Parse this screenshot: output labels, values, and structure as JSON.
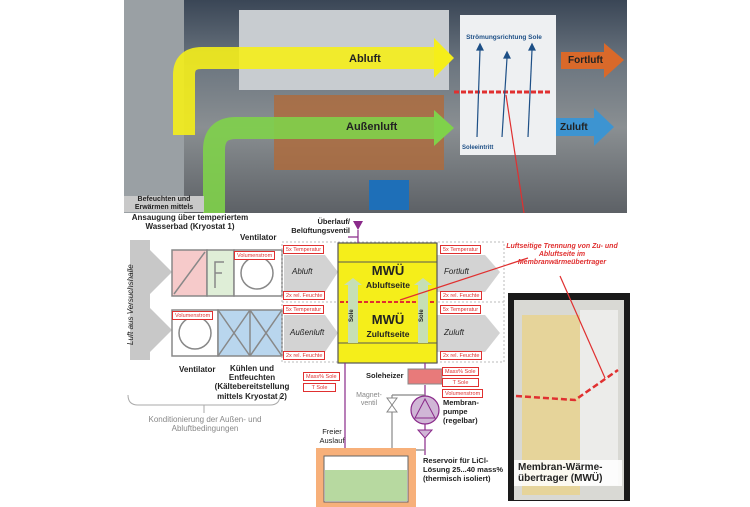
{
  "photo": {
    "abluft": "Abluft",
    "aussenluft": "Außenluft",
    "fortluft": "Fortluft",
    "zuluft": "Zuluft",
    "stroemung": "Strömungsrichtung Sole",
    "soleeintritt": "Soleeintritt",
    "befeuchten": "Befeuchten und Erwärmen mittels"
  },
  "diagram": {
    "ansaugung": "Ansaugung über temperiertem Wasserbad (Kryostat 1)",
    "ventilator_top": "Ventilator",
    "ventilator_bottom": "Ventilator",
    "kuehlen": "Kühlen und Entfeuchten (Kältebereitstellung mittels Kryostat 2)",
    "luft_versuchshalle": "Luft aus Versuchshalle",
    "konditionierung": "Konditionierung der Außen- und Abluftbedingungen",
    "ueberlauf": "Überlauf/ Belüftungsventil",
    "abluft": "Abluft",
    "aussenluft": "Außenluft",
    "fortluft": "Fortluft",
    "zuluft": "Zuluft",
    "mwue_top": "MWÜ",
    "abluftseite": "Abluftseite",
    "mwue_bottom": "MWÜ",
    "zuluftseite": "Zuluftseite",
    "sole_left": "Sole",
    "sole_right": "Sole",
    "soleheizer": "Soleheizer",
    "magnetventil": "Magnet- ventil",
    "membranpumpe": "Membran- pumpe (regelbar)",
    "freier_auslauf": "Freier Auslauf",
    "reservoir": "Reservoir für LiCl-Lösung 25...40 mass% (thermisch isoliert)",
    "trennung": "Luftseitige Trennung von Zu- und Abluftseite im Membranwärmeübertrager",
    "mwue_photo_label": "Membran-Wärme- übertrager (MWÜ)",
    "sensors": {
      "volumenstrom": "Volumenstrom",
      "temperatur": "5x Temperatur",
      "feuchte": "2x rel. Feuchte",
      "mass_sole": "Mass% Sole",
      "t_sole": "T Sole"
    }
  },
  "colors": {
    "yellow": "#f5ee1a",
    "green": "#7fd24a",
    "orange": "#d9692a",
    "blue": "#3d94d1",
    "red": "#e03030",
    "purple": "#8a2a8a"
  }
}
